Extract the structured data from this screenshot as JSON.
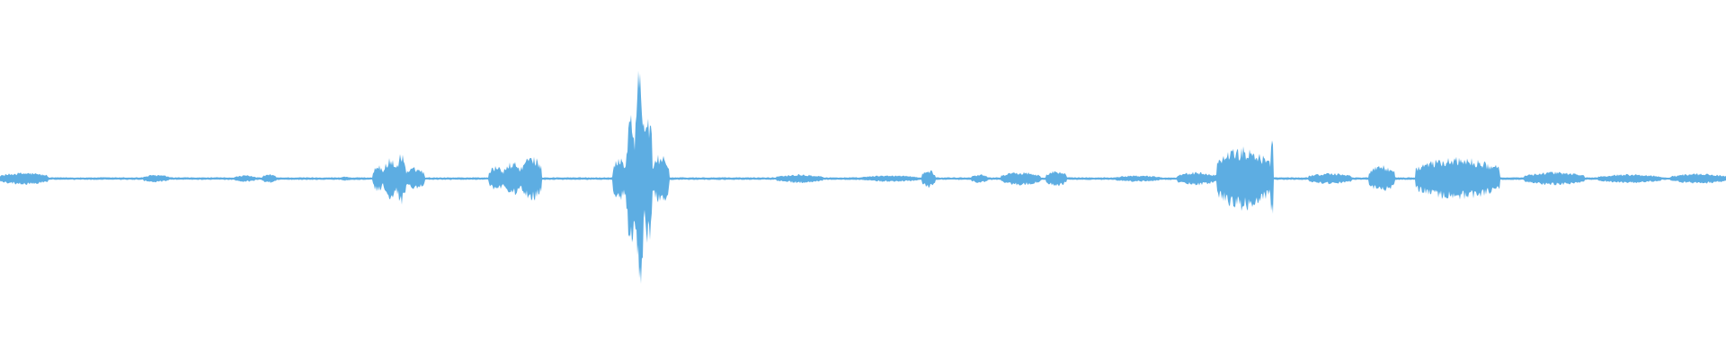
{
  "waveform": {
    "color": "#5dade2",
    "baseline_level": 0.012,
    "segments": [
      {
        "start": 0.0,
        "end": 0.028,
        "level": 0.055
      },
      {
        "start": 0.083,
        "end": 0.098,
        "level": 0.035
      },
      {
        "start": 0.136,
        "end": 0.148,
        "level": 0.03
      },
      {
        "start": 0.152,
        "end": 0.16,
        "level": 0.04
      },
      {
        "start": 0.197,
        "end": 0.203,
        "level": 0.02
      },
      {
        "start": 0.216,
        "end": 0.222,
        "level": 0.12
      },
      {
        "start": 0.222,
        "end": 0.23,
        "level": 0.18
      },
      {
        "start": 0.23,
        "end": 0.235,
        "level": 0.23
      },
      {
        "start": 0.235,
        "end": 0.246,
        "level": 0.1
      },
      {
        "start": 0.283,
        "end": 0.292,
        "level": 0.11
      },
      {
        "start": 0.292,
        "end": 0.302,
        "level": 0.15
      },
      {
        "start": 0.302,
        "end": 0.314,
        "level": 0.2
      },
      {
        "start": 0.355,
        "end": 0.363,
        "level": 0.2
      },
      {
        "start": 0.363,
        "end": 0.368,
        "level": 0.6
      },
      {
        "start": 0.368,
        "end": 0.373,
        "level": 1.0
      },
      {
        "start": 0.373,
        "end": 0.378,
        "level": 0.6
      },
      {
        "start": 0.378,
        "end": 0.388,
        "level": 0.22
      },
      {
        "start": 0.45,
        "end": 0.477,
        "level": 0.04
      },
      {
        "start": 0.5,
        "end": 0.532,
        "level": 0.03
      },
      {
        "start": 0.534,
        "end": 0.542,
        "level": 0.08
      },
      {
        "start": 0.563,
        "end": 0.572,
        "level": 0.04
      },
      {
        "start": 0.58,
        "end": 0.603,
        "level": 0.06
      },
      {
        "start": 0.606,
        "end": 0.618,
        "level": 0.07
      },
      {
        "start": 0.646,
        "end": 0.672,
        "level": 0.03
      },
      {
        "start": 0.682,
        "end": 0.705,
        "level": 0.06
      },
      {
        "start": 0.705,
        "end": 0.736,
        "level": 0.28
      },
      {
        "start": 0.736,
        "end": 0.738,
        "level": 0.38
      },
      {
        "start": 0.758,
        "end": 0.783,
        "level": 0.05
      },
      {
        "start": 0.793,
        "end": 0.808,
        "level": 0.12
      },
      {
        "start": 0.82,
        "end": 0.869,
        "level": 0.19
      },
      {
        "start": 0.883,
        "end": 0.918,
        "level": 0.06
      },
      {
        "start": 0.926,
        "end": 0.962,
        "level": 0.04
      },
      {
        "start": 0.968,
        "end": 1.0,
        "level": 0.045
      }
    ]
  }
}
